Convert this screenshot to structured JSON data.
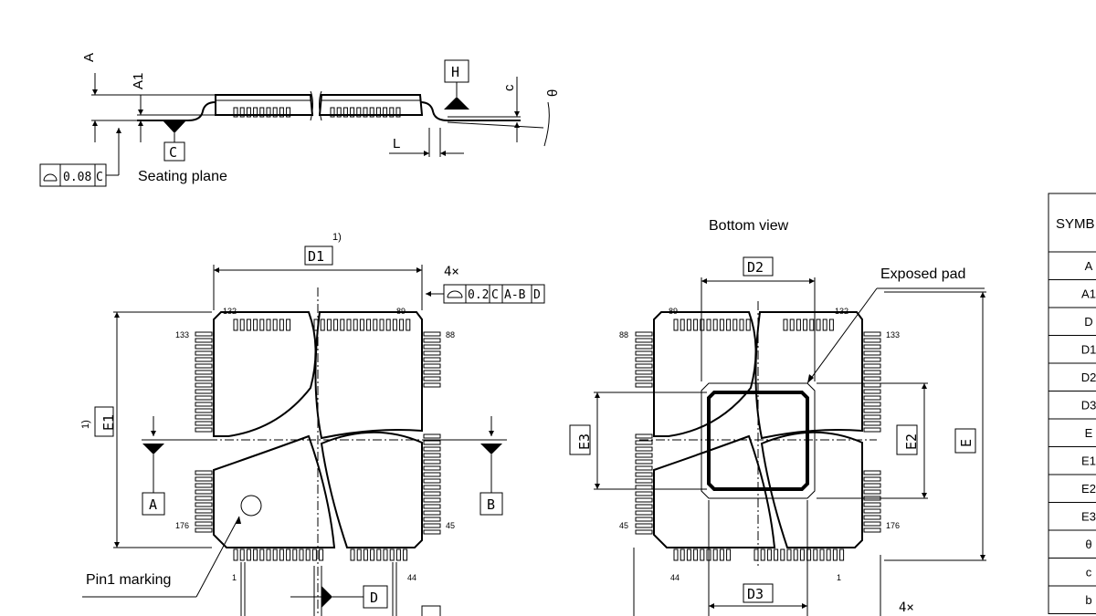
{
  "side_view": {
    "dim_A": "A",
    "dim_A1": "A1",
    "dim_c": "c",
    "dim_theta": "θ",
    "dim_L": "L",
    "datum_C": "C",
    "datum_H": "H",
    "seating_plane": "Seating plane",
    "flatness": {
      "value": "0.08",
      "datum": "C"
    }
  },
  "top_view": {
    "dim_D1": "D1",
    "dim_E1": "E1",
    "note_ref": "1)",
    "count": "4×",
    "fcf": {
      "value": "0.2",
      "d1": "C",
      "d2": "A-B",
      "d3": "D"
    },
    "datum_A": "A",
    "datum_B": "B",
    "datum_D": "D",
    "pins": {
      "p132": "132",
      "p89": "89",
      "p133": "133",
      "p88": "88",
      "p176": "176",
      "p45": "45",
      "p1": "1",
      "p44": "44"
    },
    "pin1_marking": "Pin1 marking"
  },
  "bottom_view": {
    "title": "Bottom view",
    "exposed_pad": "Exposed pad",
    "dim_D2": "D2",
    "dim_D3": "D3",
    "dim_E2": "E2",
    "dim_E3": "E3",
    "dim_E": "E",
    "count": "4×",
    "pins": {
      "p89": "89",
      "p132": "132",
      "p88": "88",
      "p133": "133",
      "p45": "45",
      "p176": "176",
      "p44": "44",
      "p1": "1"
    }
  },
  "table": {
    "header": "SYMB",
    "rows": [
      "A",
      "A1",
      "D",
      "D1",
      "D2",
      "D3",
      "E",
      "E1",
      "E2",
      "E3",
      "θ",
      "c",
      "b"
    ]
  }
}
